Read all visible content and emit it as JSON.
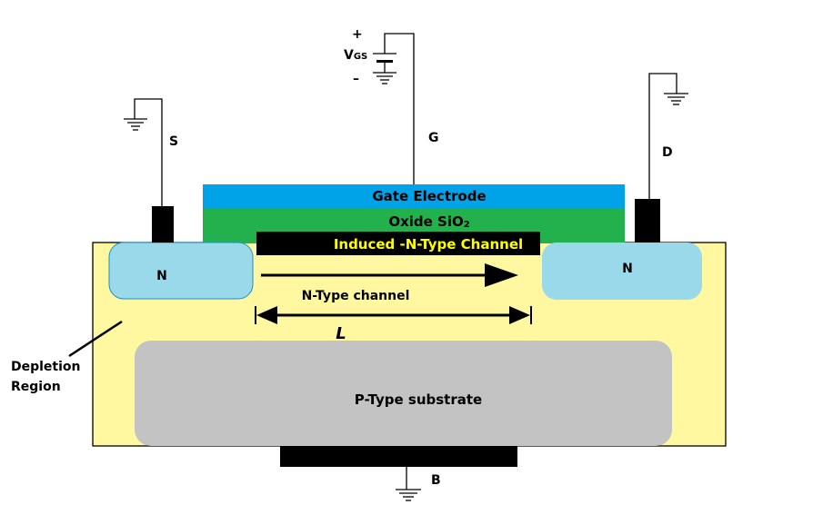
{
  "diagram": {
    "title": "N-Channel Enhancement MOSFET",
    "terminals": {
      "source": "S",
      "gate": "G",
      "drain": "D",
      "body": "B"
    },
    "supply": {
      "label_main": "V",
      "label_sub": "GS",
      "plus": "+",
      "minus": "–"
    },
    "layers": {
      "gate_electrode": "Gate Electrode",
      "oxide_main": "Oxide SiO",
      "oxide_sub": "2",
      "induced_channel": "Induced -N-Type Channel",
      "source_region": "N",
      "drain_region": "N",
      "channel_label": "N-Type channel",
      "length_label": "L",
      "substrate": "P-Type substrate",
      "depletion_line1": "Depletion",
      "depletion_line2": "Region"
    },
    "colors": {
      "gate_electrode": "#00a2e8",
      "oxide": "#22b14c",
      "depletion": "#fff8a0",
      "n_region": "#99d9ea",
      "substrate": "#c3c3c3",
      "channel_text": "#ffff00",
      "metal": "#000000"
    }
  }
}
